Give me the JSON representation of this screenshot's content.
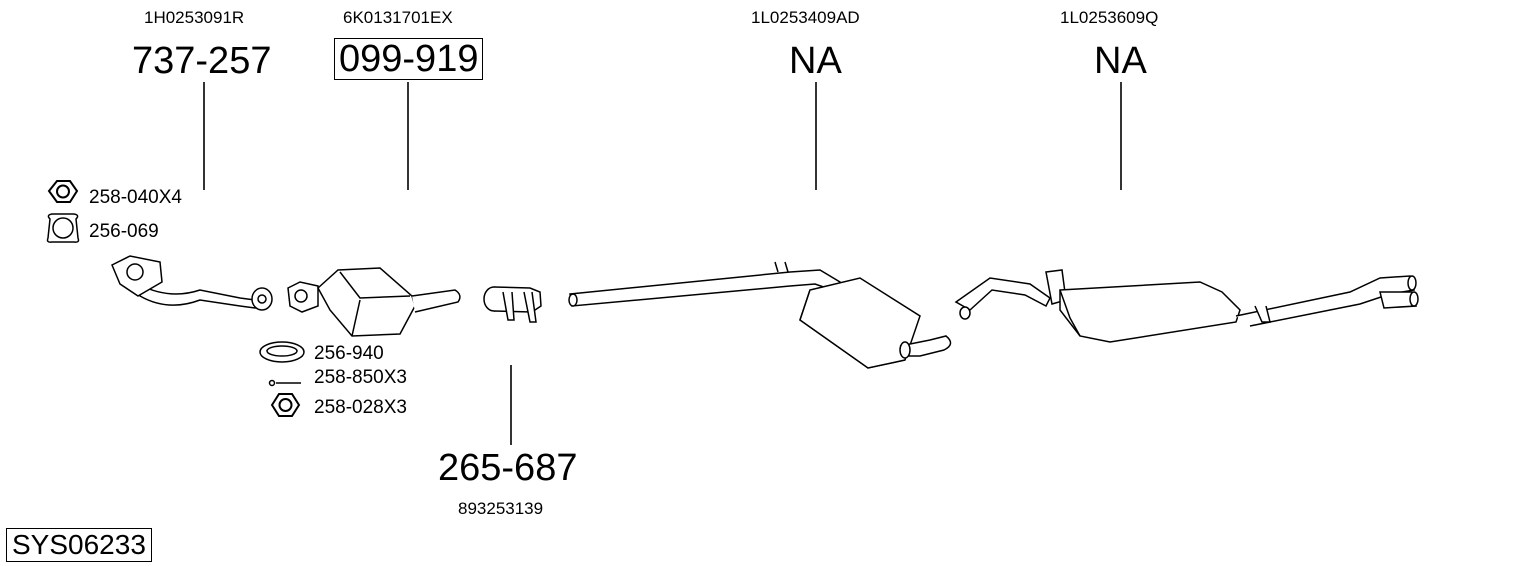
{
  "diagram": {
    "system_code": "SYS06233",
    "components": [
      {
        "oem": "1H0253091R",
        "part": "737-257",
        "highlighted": false
      },
      {
        "oem": "6K0131701EX",
        "part": "099-919",
        "highlighted": true
      },
      {
        "oem": "893253139",
        "part": "265-687",
        "highlighted": false
      },
      {
        "oem": "1L0253409AD",
        "part": "NA",
        "highlighted": false
      },
      {
        "oem": "1L0253609Q",
        "part": "NA",
        "highlighted": false
      }
    ],
    "accessories": [
      {
        "code": "258-040X4",
        "icon": "hex-nut-icon"
      },
      {
        "code": "256-069",
        "icon": "flange-gasket-icon"
      },
      {
        "code": "256-940",
        "icon": "ring-gasket-icon"
      },
      {
        "code": "258-850X3",
        "icon": "bolt-icon"
      },
      {
        "code": "258-028X3",
        "icon": "hex-nut-icon"
      }
    ]
  }
}
